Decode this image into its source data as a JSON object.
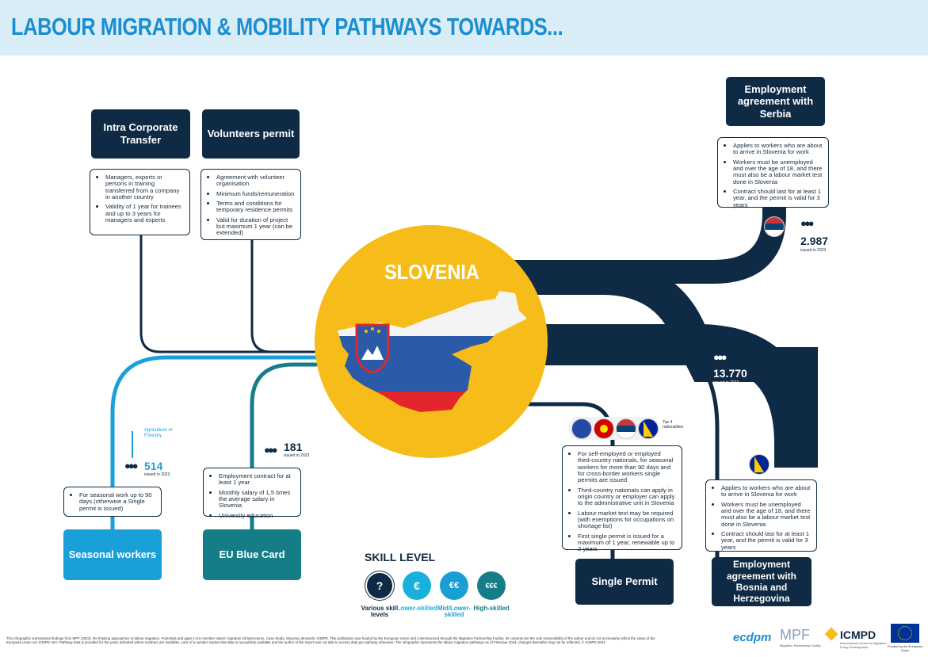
{
  "header": {
    "title": "LABOUR MIGRATION & MOBILITY PATHWAYS TOWARDS..."
  },
  "center": {
    "country": "SLOVENIA"
  },
  "pathways": {
    "intra_corporate": {
      "title": "Intra Corporate Transfer",
      "bullets": [
        "Managers, experts or persons in training transferred from a company in another country",
        "Validity of 1 year for trainees and up to 3 years for managers and experts"
      ]
    },
    "volunteers": {
      "title": "Volunteers permit",
      "bullets": [
        "Agreement with volunteer organisation",
        "Minimum funds/remuneration",
        "Terms and conditions for temporary residence permits",
        "Valid for duration of project but maximum 1 year (can be extended)"
      ]
    },
    "serbia": {
      "title": "Employment agreement with Serbia",
      "bullets": [
        "Applies to workers who are about to arrive in Slovenia for work",
        "Workers must be unemployed and over the age of 18, and there must also be a labour market test done in Slovenia",
        "Contract should last for at least 1 year, and the permit is valid for 3 years"
      ],
      "count": "2.987",
      "count_note": "issued in 2023"
    },
    "seasonal": {
      "title": "Seasonal workers",
      "bullets": [
        "For seasonal work up to 90 days (otherwise a Single permit is issued)"
      ],
      "sector": "Agriculture or Forestry",
      "count": "514",
      "count_note": "issued in 2023"
    },
    "blue_card": {
      "title": "EU Blue Card",
      "bullets": [
        "Employment contract for at least 1 year",
        "Monthly salary of 1,5 times the average salary in Slovenia",
        "University education"
      ],
      "count": "181",
      "count_note": "issued in 2023"
    },
    "single_permit": {
      "title": "Single Permit",
      "bullets": [
        "For self-employed or employed third-country nationals, for seasonal workers for more than 90 days and for cross-border workers single permits are issued",
        "Third-country nationals can apply in origin country or employer can apply to the administrative unit in Slovenia",
        "Labour market test may be required (with exemptions for occupations on shortage list)",
        "First single permit is issued for a maximum of 1 year, renewable up to 2 years"
      ],
      "count": "13.770",
      "count_note": "issued in 2023",
      "top_note": "Top 4 nationalities"
    },
    "bosnia": {
      "title": "Employment agreement with Bosnia and Herzegovina",
      "bullets": [
        "Applies to workers who are about to arrive in Slovenia for work",
        "Workers must be unemployed and over the age of 18, and there must also be a labour market test done in Slovenia",
        "Contract should last for at least 1 year, and the permit is valid for 3 years"
      ]
    }
  },
  "skill_level": {
    "title": "SKILL LEVEL",
    "levels": [
      {
        "label": "Various skill levels",
        "symbol": "?",
        "color": "#0f2a44"
      },
      {
        "label": "Lower-skilled",
        "symbol": "€",
        "color": "#1ab0dc"
      },
      {
        "label": "Mid/Lower-skilled",
        "symbol": "€€",
        "color": "#1a9fd4"
      },
      {
        "label": "High-skilled",
        "symbol": "€€€",
        "color": "#157d88"
      }
    ]
  },
  "footnote": "This infographic summarises findings from MPF (2024). Re-thinking approaches to labour migration. Potentials and gaps in EU member states' migration infrastructures. Case Study: Slovenia, Brussels: ICMPD. This publication was funded by the European Union and commissioned through the Migration Partnership Facility. Its contents are the sole responsibility of the author and do not necessarily reflect the views of the European Union nor ICMPD. N/A: Pathway data is provided for the years indicated where numbers are available. Lack of a number implies that data is not publicly available and the author of the report was not able to access data per pathway otherwise. The infographic represents the labour migration pathways as of February 2024, changes thereafter may not be reflected. © ICMPD 2024",
  "logos": {
    "ecdpm": "ecdpm",
    "mpf": "MPF",
    "mpf_sub": "Migration Partnership Facility",
    "icmpd": "ICMPD",
    "icmpd_sub": "International Centre for Migration Policy Development",
    "eu": "Funded by the European Union"
  },
  "colors": {
    "navy": "#0f2a44",
    "teal": "#157d88",
    "blue": "#1aa0d8",
    "yellow": "#f6bd1a",
    "header_bg": "#d9edf6",
    "title": "#1a8ed0"
  }
}
